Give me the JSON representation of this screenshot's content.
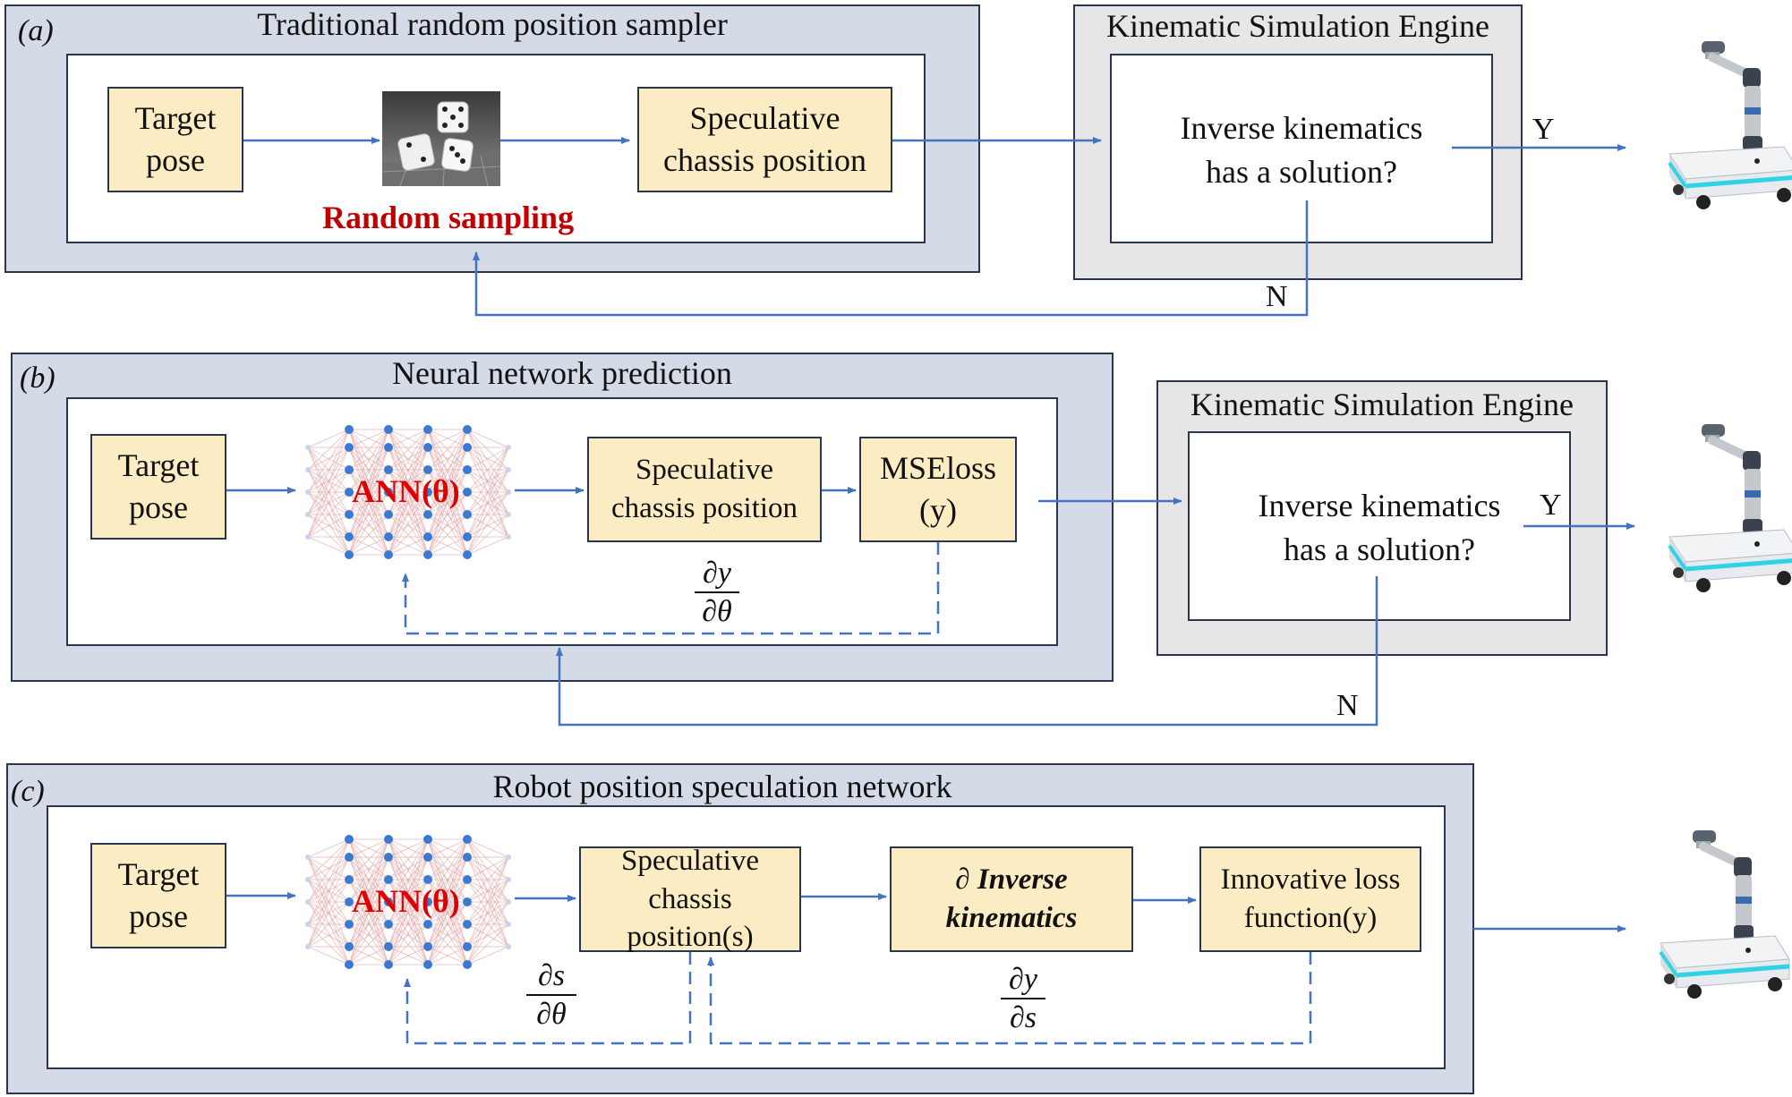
{
  "panel_a": {
    "tag": "(a)",
    "title": "Traditional random position sampler",
    "target": "Target\npose",
    "random_label": "Random sampling",
    "speculative": "Speculative\nchassis position",
    "engine_title": "Kinematic Simulation Engine",
    "question": "Inverse kinematics\nhas a solution?",
    "yes": "Y",
    "no": "N"
  },
  "panel_b": {
    "tag": "(b)",
    "title": "Neural network prediction",
    "target": "Target\npose",
    "ann": "ANN(θ)",
    "speculative": "Speculative\nchassis position",
    "loss": "MSEloss\n(y)",
    "grad_num": "∂y",
    "grad_den": "∂θ",
    "engine_title": "Kinematic Simulation Engine",
    "question": "Inverse kinematics\nhas a solution?",
    "yes": "Y",
    "no": "N"
  },
  "panel_c": {
    "tag": "(c)",
    "title": "Robot position speculation network",
    "target": "Target\npose",
    "ann": "ANN(θ)",
    "speculative": "Speculative\nchassis\nposition(s)",
    "ik": "∂ Inverse\nkinematics",
    "loss": "Innovative loss\nfunction(y)",
    "grad1_num": "∂s",
    "grad1_den": "∂θ",
    "grad2_num": "∂y",
    "grad2_den": "∂s"
  },
  "colors": {
    "arrow": "#4472c4",
    "panel": "#d4dbe6",
    "engine": "#e6e6e6",
    "box": "#fcecc4",
    "red": "#c00000"
  },
  "icons": [
    "dice-icon",
    "neural-network-icon",
    "mobile-robot-icon"
  ]
}
